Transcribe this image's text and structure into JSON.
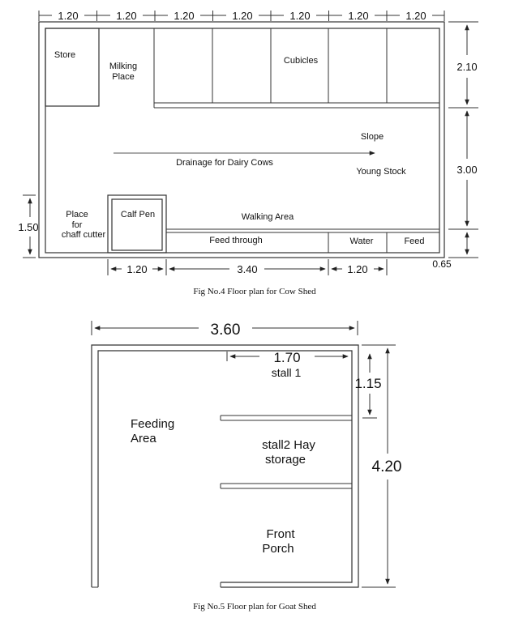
{
  "cow_shed": {
    "top_dims": [
      "1.20",
      "1.20",
      "1.20",
      "1.20",
      "1.20",
      "1.20",
      "1.20"
    ],
    "labels": {
      "store": "Store",
      "milking_1": "Milking",
      "milking_2": "Place",
      "cubicles": "Cubicles",
      "slope": "Slope",
      "drainage": "Drainage for Dairy Cows",
      "young_stock": "Young Stock",
      "place_1": "Place",
      "place_2": "for",
      "place_3": "chaff cutter",
      "calf_pen": "Calf Pen",
      "walking_area": "Walking Area",
      "feed_through": "Feed through",
      "water": "Water",
      "feed": "Feed"
    },
    "right_dims": {
      "top": "2.10",
      "mid": "3.00",
      "bottom": "0.65"
    },
    "left_dim": "1.50",
    "bottom_dims": {
      "calf": "1.20",
      "feed_through": "3.40",
      "water": "1.20"
    },
    "caption": "Fig No.4 Floor plan for Cow Shed"
  },
  "goat_shed": {
    "width_dim": "3.60",
    "stall_width_dim": "1.70",
    "stall_height_dim": "1.15",
    "height_dim": "4.20",
    "labels": {
      "stall1": "stall 1",
      "feeding_1": "Feeding",
      "feeding_2": "Area",
      "stall2_1": "stall2 Hay",
      "stall2_2": "storage",
      "porch_1": "Front",
      "porch_2": "Porch"
    },
    "caption": "Fig No.5 Floor plan for Goat Shed"
  }
}
